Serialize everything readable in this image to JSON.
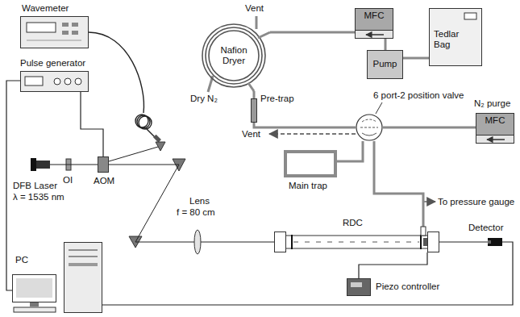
{
  "diagram": {
    "nodes": [
      {
        "text": [
          "Wavemeter"
        ]
      },
      {
        "text": [
          "Pulse generator"
        ]
      },
      {
        "text": [
          "DFB Laser",
          "λ = 1535 nm"
        ]
      },
      {
        "text": [
          "AOM"
        ]
      },
      {
        "text": [
          "Lens",
          "f = 80 cm"
        ]
      },
      {
        "text": [
          "RDC"
        ]
      },
      {
        "text": [
          "Detector"
        ]
      },
      {
        "text": [
          "Piezo controller"
        ]
      },
      {
        "text": [
          "PC"
        ]
      },
      {
        "text": [
          "MFC"
        ]
      },
      {
        "text": [
          "Pump"
        ]
      },
      {
        "text": [
          "Tedlar Bag"
        ]
      },
      {
        "text": [
          "Nafion Dryer"
        ]
      },
      {
        "text": [
          "Pre-trap"
        ]
      },
      {
        "text": [
          "6 port-2 position valve"
        ]
      },
      {
        "text": [
          "Main trap"
        ]
      },
      {
        "text": [
          "MFC",
          "N₂ purge"
        ]
      }
    ],
    "edges": [
      {
        "from": 1,
        "to": 3,
        "arrow": "none"
      },
      {
        "from": 1,
        "to": 8,
        "arrow": "none"
      },
      {
        "from": 2,
        "to": 3,
        "arrow": "none"
      },
      {
        "from": 3,
        "to": 4,
        "arrow": "none"
      },
      {
        "from": 4,
        "to": 5,
        "arrow": "none"
      },
      {
        "from": 5,
        "to": 6,
        "arrow": "none"
      },
      {
        "from": 7,
        "to": 5,
        "arrow": "none"
      },
      {
        "from": 8,
        "to": 6,
        "arrow": "none"
      },
      {
        "from": 11,
        "to": 10,
        "arrow": "none"
      },
      {
        "from": 10,
        "to": 9,
        "arrow": "none"
      },
      {
        "from": 9,
        "to": 12,
        "arrow": "none"
      },
      {
        "from": 12,
        "to": 13,
        "arrow": "none"
      },
      {
        "from": 13,
        "to": 14,
        "arrow": "none"
      },
      {
        "from": 14,
        "to": 15,
        "arrow": "none"
      },
      {
        "from": 16,
        "to": 14,
        "arrow": "none"
      },
      {
        "from": 14,
        "to": 5,
        "arrow": "none"
      }
    ],
    "labels": [
      "Vent",
      "Dry N₂",
      "Vent",
      "To pressure gauge",
      "OI"
    ]
  }
}
